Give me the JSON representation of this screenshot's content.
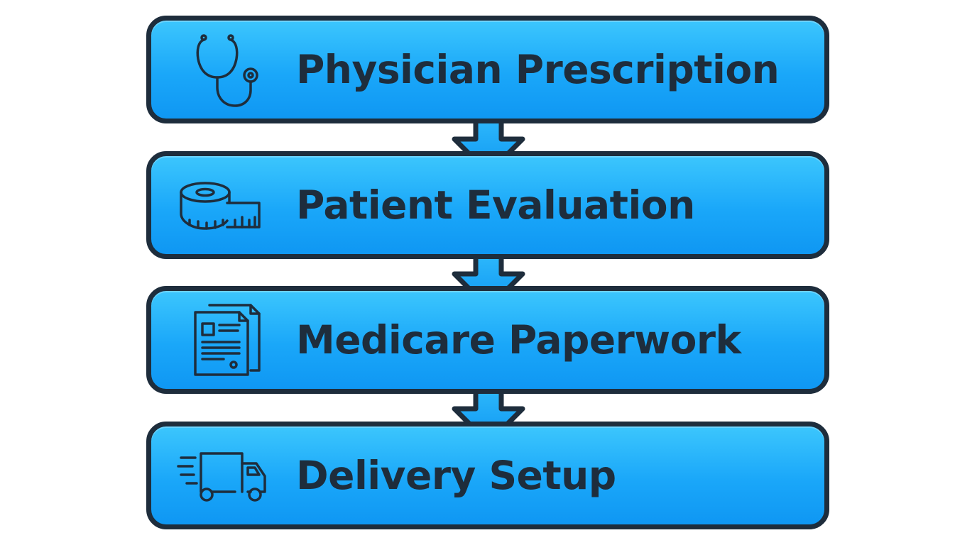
{
  "colors": {
    "box_fill_top": "#3cc6fd",
    "box_fill_bottom": "#0f97f3",
    "outline": "#1e2d3c",
    "background": "#ffffff"
  },
  "steps": [
    {
      "label": "Physician Prescription",
      "icon": "stethoscope-icon"
    },
    {
      "label": "Patient Evaluation",
      "icon": "measuring-tape-icon"
    },
    {
      "label": "Medicare Paperwork",
      "icon": "documents-icon"
    },
    {
      "label": "Delivery Setup",
      "icon": "delivery-truck-icon"
    }
  ]
}
